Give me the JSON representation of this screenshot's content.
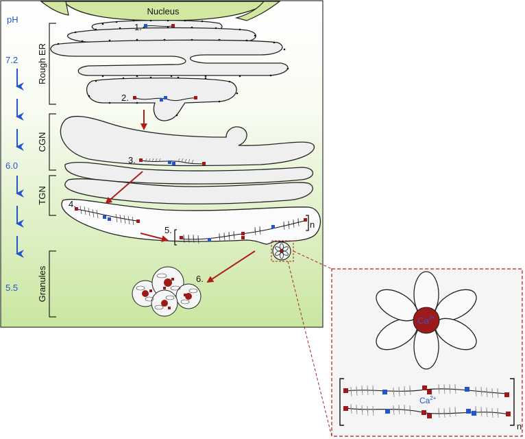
{
  "labels": {
    "nucleus": "Nucleus",
    "rough_er": "Rough ER",
    "cgn": "CGN",
    "tgn": "TGN",
    "granules": "Granules",
    "ph_header": "pH"
  },
  "ph_values": [
    "7.2",
    "6.0",
    "5.5"
  ],
  "steps": [
    "1.",
    "2.",
    "3.",
    "4.",
    "5.",
    "6."
  ],
  "repeat_n": "n",
  "inset": {
    "ion": "Ca",
    "ion_charge": "2+",
    "repeat_n": "n"
  },
  "colors": {
    "background_top": "#ffffff",
    "background_bottom": "#c9e6a0",
    "nucleus": "#d2e8a0",
    "organelle": "#efefef",
    "arrow": "#b01c1c",
    "ph_text": "#2255cc",
    "red_domain": "#9c1a1a",
    "blue_domain": "#2255cc"
  }
}
